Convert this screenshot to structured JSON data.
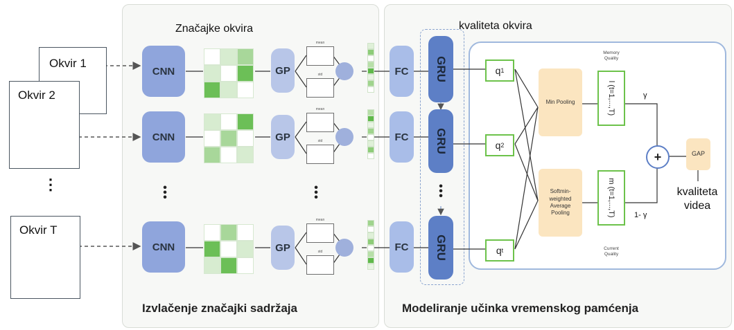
{
  "panels": {
    "left_title": "Izvlačenje značajki sadržaja",
    "right_title": "Modeliranje učinka vremenskog pamćenja",
    "features_label": "Značajke okvira",
    "frame_quality_label": "kvaliteta okvira"
  },
  "frames": {
    "f1": "Okvir 1",
    "f2": "Okvir 2",
    "ft": "Okvir T",
    "ellipsis": "⋮"
  },
  "blocks": {
    "cnn": "CNN",
    "gp": "GP",
    "fc": "FC",
    "gru": "GRU"
  },
  "stats": {
    "mean": "mean",
    "std": "std"
  },
  "quality": {
    "q1": "q",
    "q1_sub": "1",
    "q2": "q",
    "q2_sub": "2",
    "qt": "q",
    "qt_sub": "t"
  },
  "pooling": {
    "min": "Min Pooling",
    "softmin": "Softmin-weighted Average Pooling",
    "memory_label": "Memory Quality",
    "current_label": "Current Quality",
    "memory_formula": "l (t=1,...,T)",
    "current_formula": "m (t=1,...,T)",
    "gamma": "γ",
    "one_minus_gamma": "1- γ",
    "plus": "+",
    "gap": "GAP"
  },
  "output": {
    "line1": "kvaliteta",
    "line2": "videa"
  },
  "colors": {
    "green": "#6cc24a",
    "blue": "#5d7fc6",
    "orange": "#fbe5c0"
  }
}
